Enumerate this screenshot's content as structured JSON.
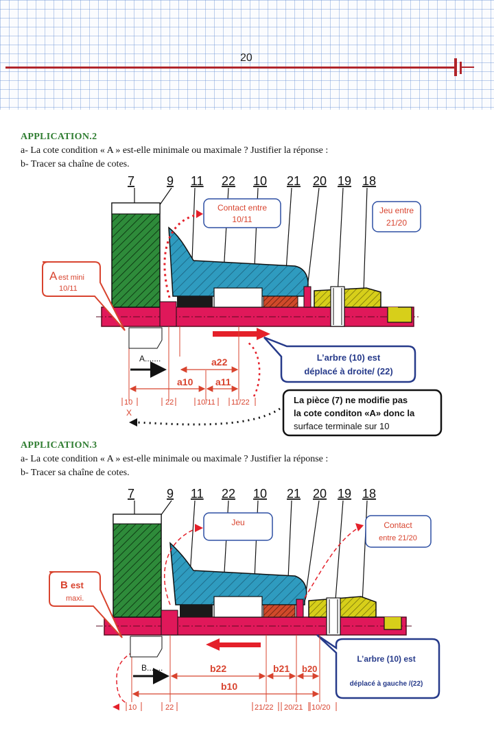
{
  "page_number": "20",
  "app2": {
    "heading": "APPLICATION.2",
    "q_a": "a- La cote condition « A » est-elle minimale ou maximale ? Justifier la réponse :",
    "q_b": "b- Tracer sa chaîne de cotes.",
    "part_numbers": [
      "7",
      "9",
      "11",
      "22",
      "10",
      "21",
      "20",
      "19",
      "18"
    ],
    "callout_contact_1": "Contact entre",
    "callout_contact_2": "10/11",
    "callout_jeu_1": "Jeu entre",
    "callout_jeu_2": "21/20",
    "callout_cond_letter": "A",
    "callout_cond_1": "est mini",
    "callout_cond_2": "10/11",
    "cond_label": "A.......",
    "dim_a22": "a22",
    "dim_a10": "a10",
    "dim_a11": "a11",
    "surf_10": "10",
    "surf_22": "22",
    "surf_1011": "10/11",
    "surf_1122": "11/22",
    "cross": "X",
    "arbre_1": "L’arbre (10) est",
    "arbre_2": "déplacé à droite/ (22)",
    "note_1": "La pièce (7) ne modifie pas",
    "note_2": "la cote conditon «A» donc la",
    "note_3": "surface terminale sur 10"
  },
  "app3": {
    "heading": "APPLICATION.3",
    "q_a": "a- La cote condition « A » est-elle minimale ou maximale ? Justifier la réponse :",
    "q_b": "b- Tracer sa chaîne de cotes.",
    "part_numbers": [
      "7",
      "9",
      "11",
      "22",
      "10",
      "21",
      "20",
      "19",
      "18"
    ],
    "callout_jeu": "Jeu",
    "callout_contact_1": "Contact",
    "callout_contact_2": "entre 21/20",
    "callout_cond_letter": "B",
    "callout_cond_1": "est",
    "callout_cond_2": "maxi.",
    "cond_label": "B.......",
    "dim_b22": "b22",
    "dim_b21": "b21",
    "dim_b20": "b20",
    "dim_b10": "b10",
    "surf_10": "10",
    "surf_22": "22",
    "surf_2122": "21/22",
    "surf_2021": "20/21",
    "surf_1020": "10/20",
    "arbre_1": "L’arbre (10) est",
    "arbre_2": "déplacé à gauche /(22)"
  },
  "colors": {
    "heading_green": "#2f7d31",
    "rule_red": "#b0242a",
    "dim_red": "#d8432e",
    "shaft_magenta": "#e0185a",
    "gear_green": "#2e8b3a",
    "hub_blue": "#2f9bbf",
    "bearing_yellow": "#d7cf1a",
    "arrow_red": "#e4202a",
    "note_navy": "#263a8a"
  }
}
